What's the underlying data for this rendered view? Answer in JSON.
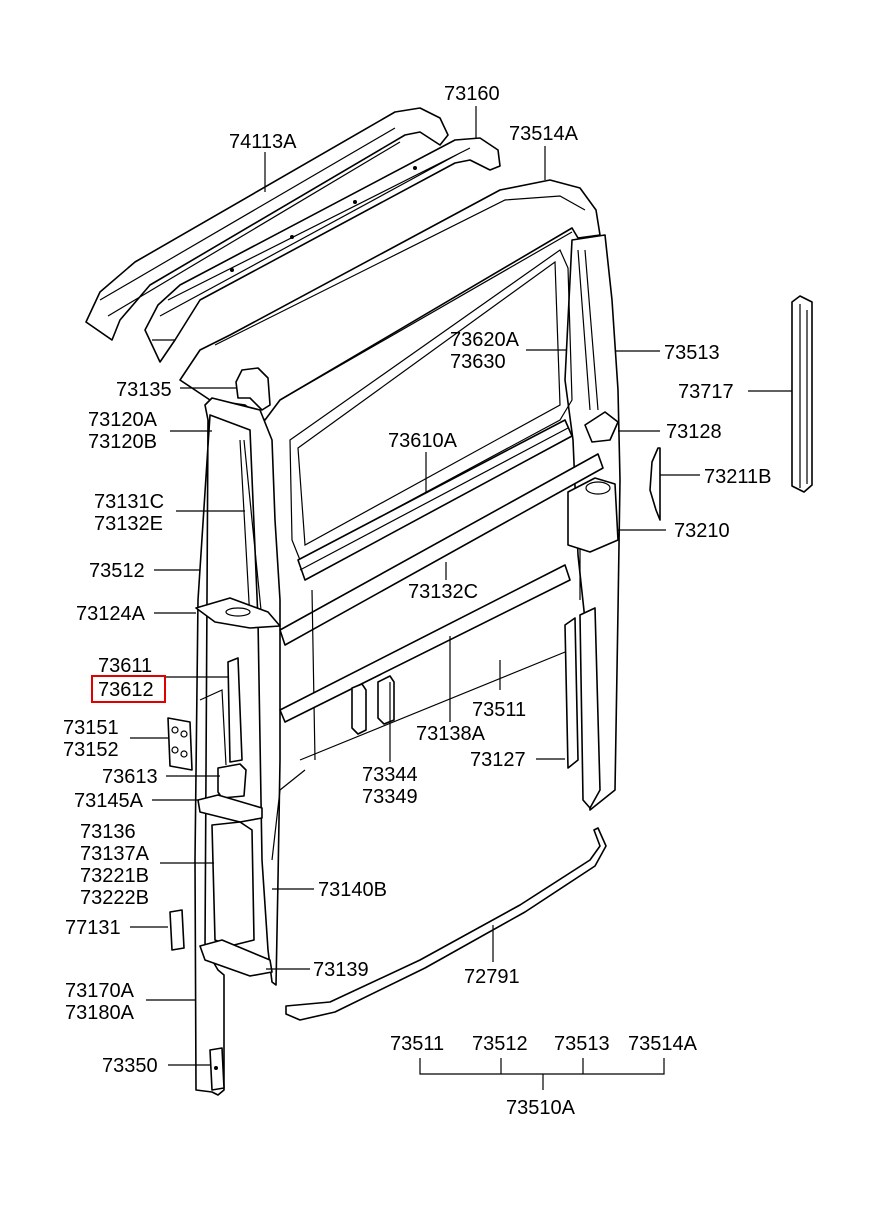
{
  "labels": {
    "l73160": "73160",
    "l74113a": "74113A",
    "l73514a": "73514A",
    "l73620a": "73620A",
    "l73630": "73630",
    "l73513": "73513",
    "l73717": "73717",
    "l73135": "73135",
    "l73120a": "73120A",
    "l73120b": "73120B",
    "l73128": "73128",
    "l73610a": "73610A",
    "l73211b": "73211B",
    "l73131c": "73131C",
    "l73132e": "73132E",
    "l73210": "73210",
    "l73512": "73512",
    "l73132c": "73132C",
    "l73124a": "73124A",
    "l73611": "73611",
    "l73612": "73612",
    "l73511": "73511",
    "l73138a": "73138A",
    "l73151": "73151",
    "l73152": "73152",
    "l73344": "73344",
    "l73349": "73349",
    "l73127": "73127",
    "l73613": "73613",
    "l73145a": "73145A",
    "l73136": "73136",
    "l73137a": "73137A",
    "l73221b": "73221B",
    "l73222b": "73222B",
    "l73140b": "73140B",
    "l77131": "77131",
    "l73139": "73139",
    "l72791": "72791",
    "l73170a": "73170A",
    "l73180a": "73180A",
    "l73350": "73350",
    "b73511": "73511",
    "b73512": "73512",
    "b73513": "73513",
    "b73514a": "73514A",
    "b73510a": "73510A"
  },
  "highlight": {
    "part": "73612",
    "color": "#e00000"
  }
}
